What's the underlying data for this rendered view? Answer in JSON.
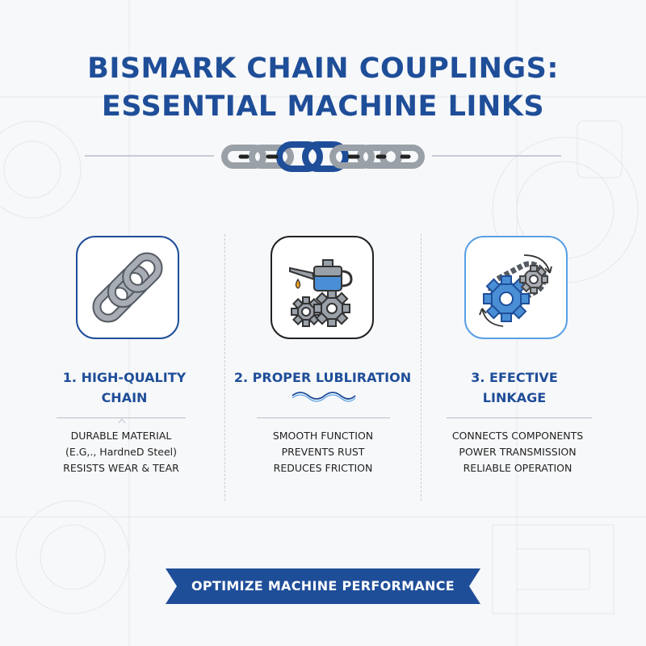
{
  "title": {
    "line1": "BISMARK CHAIN COUPLINGS:",
    "line2": "ESSENTIAL MACHINE LINKS"
  },
  "columns": [
    {
      "icon": "chain-link-icon",
      "heading_line1": "1. HIGH-QUALITY",
      "heading_line2": "CHAIN",
      "lines": [
        "DURABLE MATERIAL",
        "(E.G,., HardneD Steel)",
        "RESISTS WEAR & TEAR"
      ]
    },
    {
      "icon": "oil-can-gears-icon",
      "heading_line1": "2. PROPER LUBLIRATION",
      "heading_line2": "",
      "lines": [
        "SMOOTH FUNCTION",
        "PREVENTS RUST",
        "REDUCES FRICTION"
      ]
    },
    {
      "icon": "gear-chain-drive-icon",
      "heading_line1": "3. EFECTIVE",
      "heading_line2": "LINKAGE",
      "lines": [
        "CONNECTS COMPONENTS",
        "POWER TRANSMISSION",
        "RELIABLE OPERATION"
      ]
    }
  ],
  "banner": {
    "label": "OPTIMIZE MACHINE PERFORMANCE"
  },
  "colors": {
    "primary": "#1f4e99",
    "accent_light": "#5aa0e6",
    "chain_gray": "#9aa0a8",
    "oil_drop": "#f0a020"
  }
}
